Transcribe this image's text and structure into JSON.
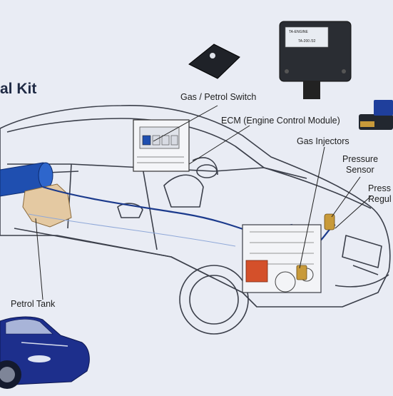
{
  "title": "al Kit",
  "labels": {
    "gas_petrol_switch": "Gas / Petrol Switch",
    "ecm": "ECM (Engine Control Module)",
    "gas_injectors": "Gas Injectors",
    "pressure_sensor_line1": "Pressure",
    "pressure_sensor_line2": "Sensor",
    "pressure_regulator_line1": "Press",
    "pressure_regulator_line2": "Regul",
    "petrol_tank": "Petrol Tank"
  },
  "ecu_label": {
    "brand": "TA-ENGINE",
    "model": "TA-200 /32"
  },
  "colors": {
    "background": "#e9ecf4",
    "car_outline": "#3b3f4a",
    "fuel_line": "#1b3a8c",
    "gas_tank": "#1f4fb0",
    "engine_hot": "#d4502a",
    "injector_brass": "#c89a3a",
    "honda_blue": "#1d2f8c"
  }
}
